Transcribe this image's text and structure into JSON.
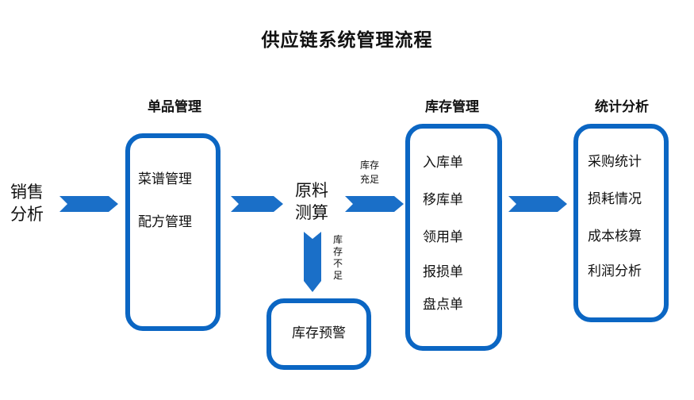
{
  "title": "供应链系统管理流程",
  "headings": {
    "product": "单品管理",
    "inventory": "库存管理",
    "statistics": "统计分析"
  },
  "sales_analysis": [
    "销售",
    "分析"
  ],
  "product_items": [
    "菜谱管理",
    "配方管理"
  ],
  "material_calc": [
    "原料",
    "测算"
  ],
  "label_sufficient": [
    "库存",
    "充足"
  ],
  "label_insufficient": [
    "库",
    "存",
    "不",
    "足"
  ],
  "stock_warning": "库存预警",
  "inventory_items": [
    "入库单",
    "移库单",
    "领用单",
    "报损单",
    "盘点单"
  ],
  "statistics_items": [
    "采购统计",
    "损耗情况",
    "成本核算",
    "利润分析"
  ],
  "colors": {
    "accent": "#0b66c3",
    "arrow": "#1a6fc8"
  }
}
